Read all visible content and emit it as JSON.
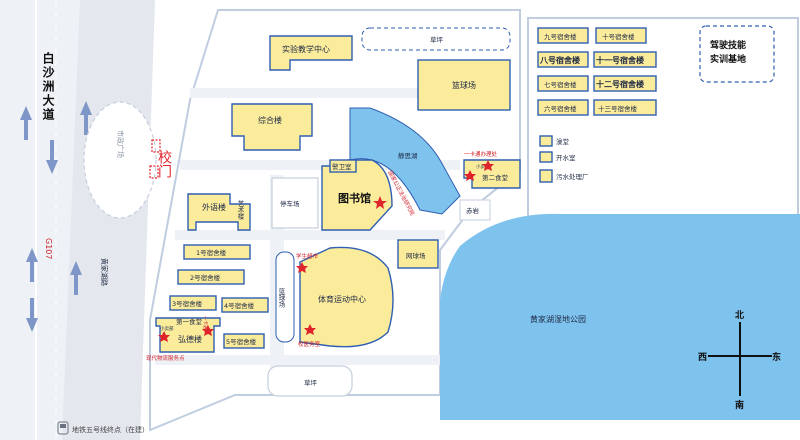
{
  "roads": {
    "main_road": "白沙洲大道",
    "national_road": "G107",
    "side_road": "黄家湖路"
  },
  "campus_gate": "校门",
  "plaza": "市政广场",
  "lake_label": "静思湖",
  "park_label": "黄家湖湿地公园",
  "buildings": {
    "lab_center": "实验教学中心",
    "lawn_top": "草坪",
    "basketball_top": "篮球场",
    "comprehensive": "综合楼",
    "foreign_lang": "外语楼",
    "art_building": "艺术楼",
    "parking": "停车场",
    "library": "图书馆",
    "guard_room": "警卫室",
    "library_note": "国家公正法治研究院",
    "canteen2": "第二食堂",
    "canteen2_sub": "一卡通办理处",
    "canteen2_small": "小卖部",
    "gym": "体育运动中心",
    "gym_store": "学生超市",
    "gym_clinic": "校医务室",
    "tennis": "网球场",
    "basketball_mid": "篮球场",
    "lawn_bottom": "草坪",
    "dorm1": "1号宿舍楼",
    "dorm2": "2号宿舍楼",
    "dorm3": "3号宿舍楼",
    "dorm4": "4号宿舍楼",
    "dorm5": "5号宿舍楼",
    "canteen1": "第一食堂",
    "canteen1_small": "小卖部",
    "hongde": "弘德楼",
    "hongde_note": "现代物流服务点",
    "hongde_note2": "一卡通",
    "chiyan": "赤岩",
    "bath": "澡堂",
    "water_room": "开水室",
    "sewage": "污水处理厂",
    "driving_school": "驾驶技能实训基地"
  },
  "dorms_east": [
    {
      "left": "九号宿舍楼",
      "right": "十号宿舍楼"
    },
    {
      "left": "八号宿舍楼",
      "right": "十一号宿舍楼"
    },
    {
      "left": "七号宿舍楼",
      "right": "十二号宿舍楼"
    },
    {
      "left": "六号宿舍楼",
      "right": "十三号宿舍楼"
    }
  ],
  "compass": {
    "north": "北",
    "south": "南",
    "east": "东",
    "west": "西"
  },
  "metro_note": "地铁五号线终点（在建）",
  "colors": {
    "building_fill": "#fbec9c",
    "building_stroke": "#2f5fb0",
    "water": "#7ec3ee",
    "road": "#eef1f5",
    "marker": "#e0242c"
  }
}
